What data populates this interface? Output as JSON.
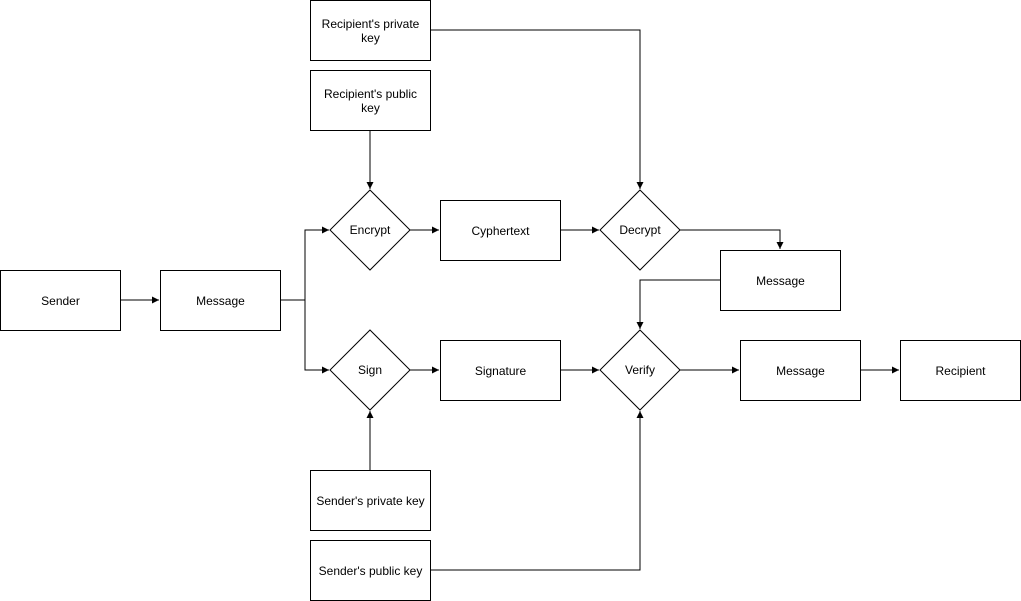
{
  "nodes": {
    "sender": "Sender",
    "message_src": "Message",
    "recipient_private_key": "Recipient's private key",
    "recipient_public_key": "Recipient's public key",
    "encrypt": "Encrypt",
    "cyphertext": "Cyphertext",
    "decrypt": "Decrypt",
    "message_decrypted": "Message",
    "sign": "Sign",
    "signature": "Signature",
    "verify": "Verify",
    "message_verified": "Message",
    "recipient": "Recipient",
    "sender_private_key": "Sender's private key",
    "sender_public_key": "Sender's public key"
  },
  "colors": {
    "stroke": "#000000",
    "fill": "#ffffff"
  }
}
